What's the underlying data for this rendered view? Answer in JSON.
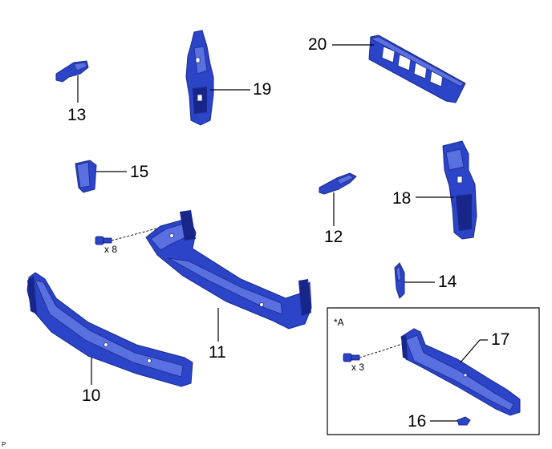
{
  "callouts": {
    "c10": "10",
    "c11": "11",
    "c12": "12",
    "c13": "13",
    "c14": "14",
    "c15": "15",
    "c16": "16",
    "c17": "17",
    "c18": "18",
    "c19": "19",
    "c20": "20"
  },
  "quantities": {
    "bolts_main": "x 8",
    "bolts_inset": "x 3"
  },
  "inset": {
    "label": "*A"
  },
  "corner_mark": "P",
  "colors": {
    "part_blue": "#2b44c8",
    "part_light": "#5a70e0",
    "part_dark": "#18268a",
    "outline": "#1a2a8c"
  }
}
